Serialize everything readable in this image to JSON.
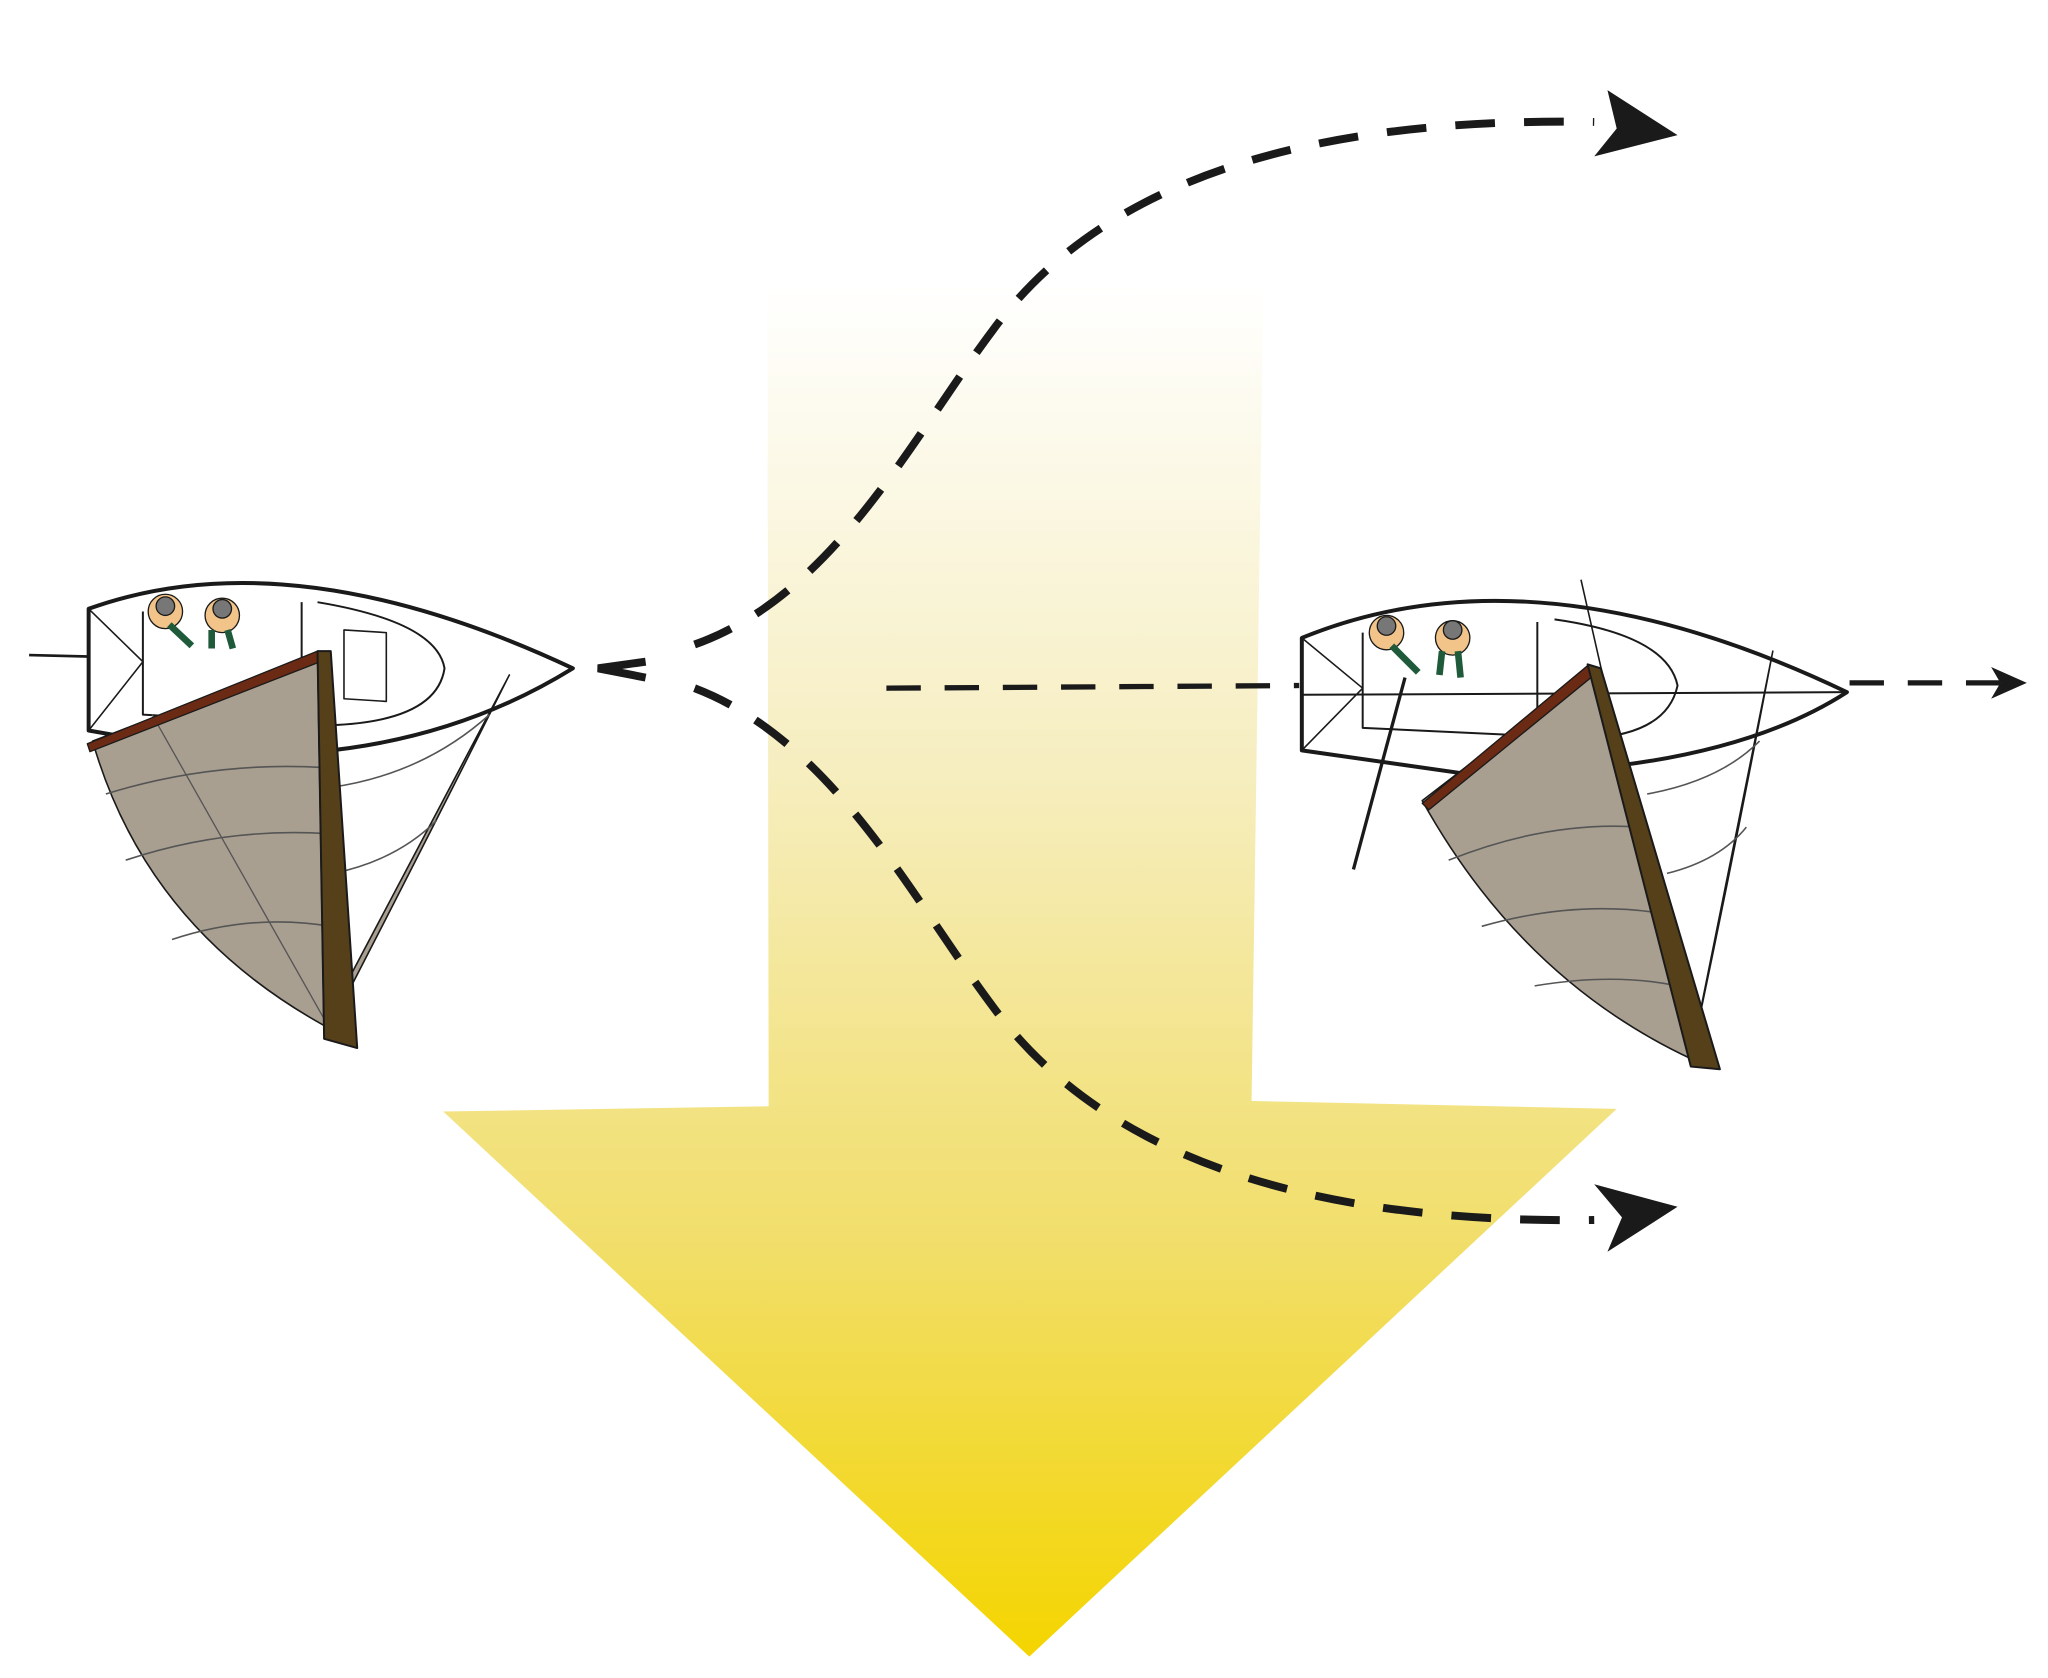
{
  "diagram": {
    "colors": {
      "background": "#ffffff",
      "wind_arrow_top": "#ffffff",
      "wind_arrow_bottom": "#f4d500",
      "path_line": "#1a1a1a",
      "sail": "#a89f90",
      "mast": "#56401a",
      "boom": "#6b2a14",
      "hull": "#ffffff",
      "crew_hat": "#d88a3a",
      "crew_clothes": "#1f5a3a"
    },
    "icons": [
      "wind-arrow",
      "sailboat-left",
      "sailboat-right",
      "path-arrow-up",
      "path-arrow-down",
      "path-arrow-straight"
    ]
  }
}
